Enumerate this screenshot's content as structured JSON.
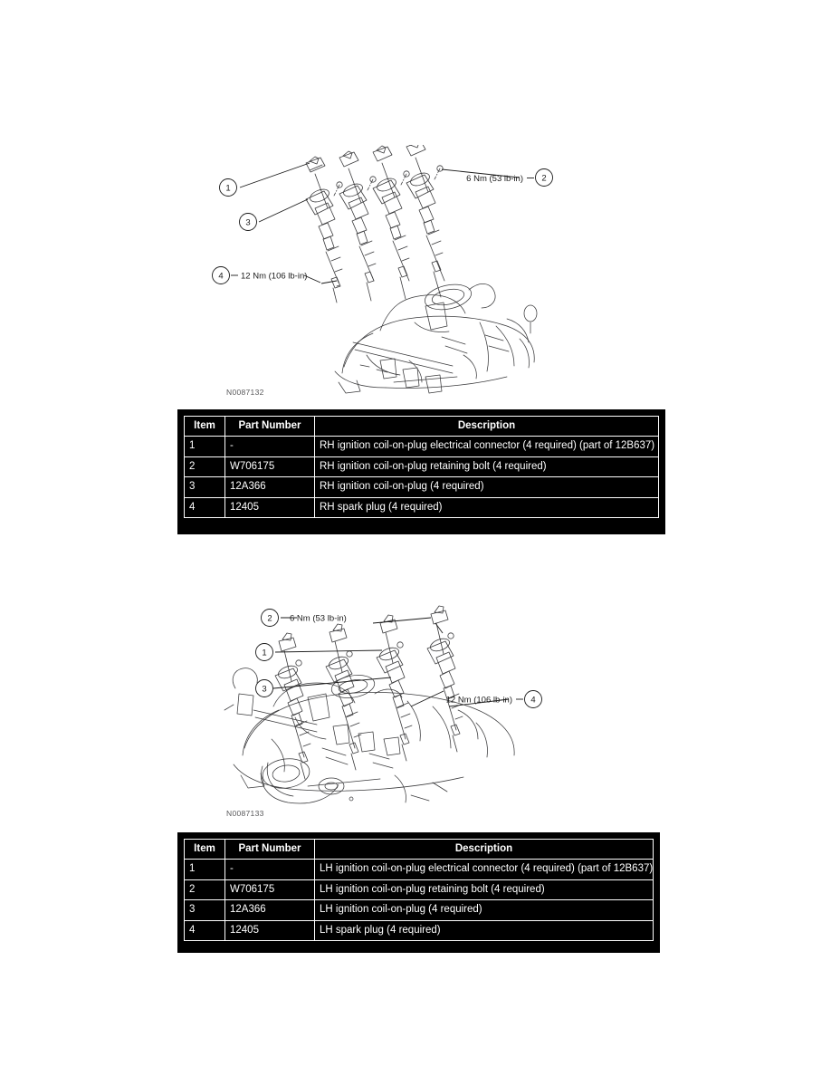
{
  "document": {
    "type": "service-manual-page",
    "page_background": "#ffffff",
    "table_background": "#000000",
    "table_text_color": "#ffffff"
  },
  "figures": [
    {
      "id": "N0087132",
      "side": "RH",
      "callouts": [
        {
          "number": "1",
          "label": ""
        },
        {
          "number": "2",
          "label": "6 Nm (53 lb-in)"
        },
        {
          "number": "3",
          "label": ""
        },
        {
          "number": "4",
          "label": "12 Nm (106 lb-in)"
        }
      ]
    },
    {
      "id": "N0087133",
      "side": "LH",
      "callouts": [
        {
          "number": "1",
          "label": ""
        },
        {
          "number": "2",
          "label": "6 Nm (53 lb-in)"
        },
        {
          "number": "3",
          "label": ""
        },
        {
          "number": "4",
          "label": "12 Nm (106 lb-in)"
        }
      ]
    }
  ],
  "tables": [
    {
      "headers": [
        "Item",
        "Part Number",
        "Description"
      ],
      "rows": [
        {
          "item": "1",
          "part_number": "-",
          "description": "RH ignition coil-on-plug electrical connector (4 required) (part of 12B637)"
        },
        {
          "item": "2",
          "part_number": "W706175",
          "description": "RH ignition coil-on-plug retaining bolt (4 required)"
        },
        {
          "item": "3",
          "part_number": "12A366",
          "description": "RH ignition coil-on-plug (4 required)"
        },
        {
          "item": "4",
          "part_number": "12405",
          "description": "RH spark plug (4 required)"
        }
      ]
    },
    {
      "headers": [
        "Item",
        "Part Number",
        "Description"
      ],
      "rows": [
        {
          "item": "1",
          "part_number": "-",
          "description": "LH ignition coil-on-plug electrical connector (4 required) (part of 12B637)"
        },
        {
          "item": "2",
          "part_number": "W706175",
          "description": "LH ignition coil-on-plug retaining bolt (4 required)"
        },
        {
          "item": "3",
          "part_number": "12A366",
          "description": "LH ignition coil-on-plug (4 required)"
        },
        {
          "item": "4",
          "part_number": "12405",
          "description": "LH spark plug (4 required)"
        }
      ]
    }
  ]
}
